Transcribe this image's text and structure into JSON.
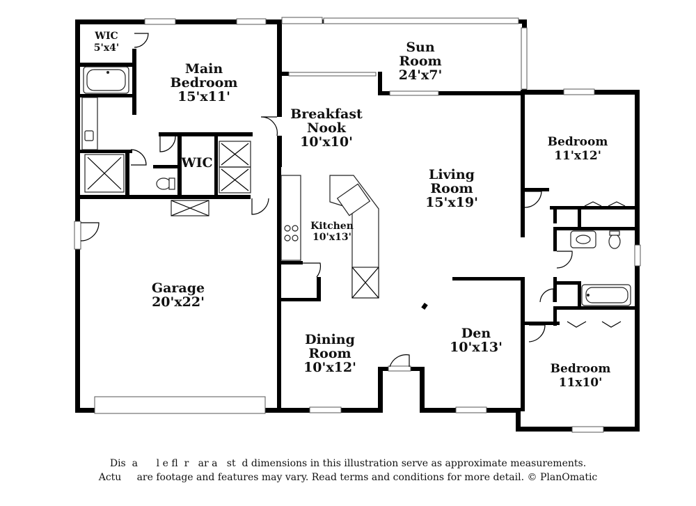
{
  "rooms": {
    "wic_small": {
      "name": "WIC",
      "size": "5'x4'"
    },
    "main_bedroom": {
      "name_line1": "Main",
      "name_line2": "Bedroom",
      "size": "15'x11'"
    },
    "sun_room": {
      "name_line1": "Sun",
      "name_line2": "Room",
      "size": "24'x7'"
    },
    "breakfast_nook": {
      "name_line1": "Breakfast",
      "name_line2": "Nook",
      "size": "10'x10'"
    },
    "wic": {
      "name": "WIC"
    },
    "bedroom_upper": {
      "name": "Bedroom",
      "size": "11'x12'"
    },
    "living_room": {
      "name_line1": "Living",
      "name_line2": "Room",
      "size": "15'x19'"
    },
    "kitchen": {
      "name": "Kitchen",
      "size": "10'x13'"
    },
    "garage": {
      "name": "Garage",
      "size": "20'x22'"
    },
    "dining_room": {
      "name_line1": "Dining",
      "name_line2": "Room",
      "size": "10'x12'"
    },
    "den": {
      "name": "Den",
      "size": "10'x13'"
    },
    "bedroom_lower": {
      "name": "Bedroom",
      "size": "11x10'"
    }
  },
  "disclaimer": {
    "line1": "Dis  a      l e fl  r   ar a   st  d dimensions in this illustration serve as approximate measurements.",
    "line2": "Actu     are footage and features may vary. Read terms and conditions for more detail. © PlanOmatic"
  }
}
